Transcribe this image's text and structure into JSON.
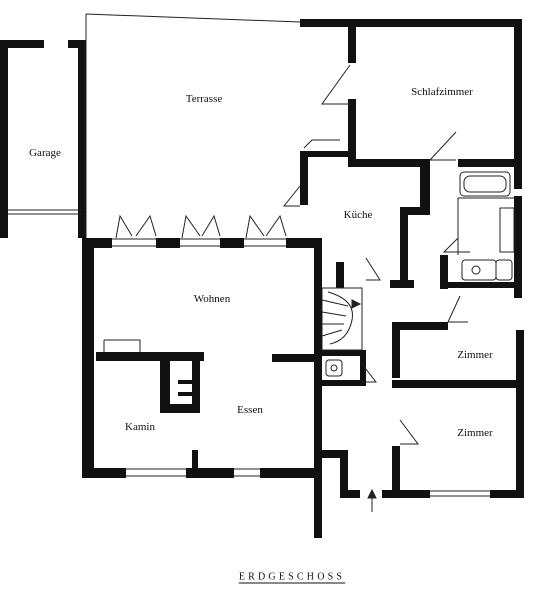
{
  "title": "ERDGESCHOSS",
  "rooms": {
    "terrasse": "Terrasse",
    "schlafzimmer": "Schlafzimmer",
    "garage": "Garage",
    "kueche": "Küche",
    "wohnen": "Wohnen",
    "kamin": "Kamin",
    "essen": "Essen",
    "zimmer_1": "Zimmer",
    "zimmer_2": "Zimmer"
  },
  "colors": {
    "wall": "#111111",
    "line": "#222222",
    "paper": "#ffffff"
  }
}
